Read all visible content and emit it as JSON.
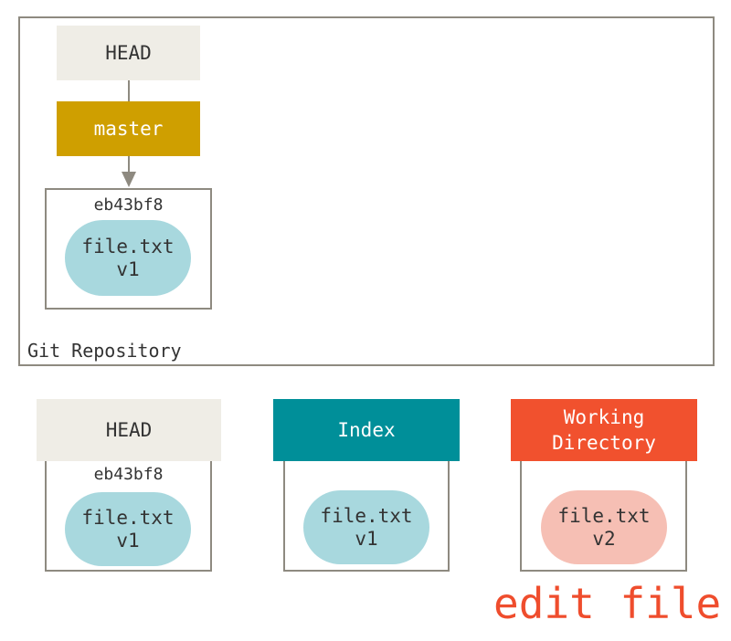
{
  "repository": {
    "label": "Git Repository",
    "head_ref": "HEAD",
    "branch_ref": "master",
    "commit": {
      "id": "eb43bf8",
      "blob": "file.txt\nv1"
    }
  },
  "areas": {
    "head": {
      "title": "HEAD",
      "commit_id": "eb43bf8",
      "blob": "file.txt\nv1"
    },
    "index": {
      "title": "Index",
      "blob": "file.txt\nv1"
    },
    "working_directory": {
      "title": "Working\nDirectory",
      "blob": "file.txt\nv2"
    }
  },
  "action_label": "edit file",
  "colors": {
    "head_fill": "#efede6",
    "master_fill": "#cf9f00",
    "index_fill": "#008f99",
    "working_fill": "#f1512e",
    "blob_teal": "#a8d8de",
    "blob_pink": "#f6bfb4",
    "action_text": "#ef4d2d",
    "frame_stroke": "#8e8a80"
  }
}
